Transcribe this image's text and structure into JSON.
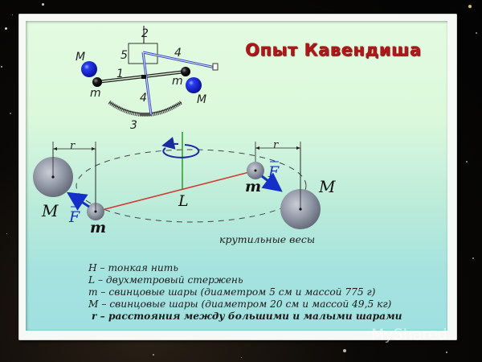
{
  "slide": {
    "title": "Опыт Кавендиша",
    "watermark": "MyShared"
  },
  "apparatus_diagram": {
    "labels": {
      "part_1": "1",
      "part_2": "2",
      "part_3": "3",
      "part_4_top": "4",
      "part_4_bottom": "4",
      "part_5": "5",
      "mass_big_left": "M",
      "mass_big_right": "M",
      "mass_small_left": "m",
      "mass_small_right": "m"
    },
    "colors": {
      "big_sphere": "#1020d8",
      "small_sphere": "#111111",
      "mirror_pointer": "#3a46c8"
    }
  },
  "torsion_diagram": {
    "labels": {
      "distance_left": "r",
      "distance_right": "r",
      "big_mass_left": "M",
      "big_mass_right": "M",
      "small_mass_left": "m",
      "small_mass_right": "m",
      "force_left": "F",
      "force_right": "F",
      "rod": "L"
    },
    "caption": "крутильные весы",
    "colors": {
      "rod": "#d23a32",
      "thread": "#2a9a2a",
      "force_arrow": "#1530c8",
      "rotation_arrow": "#1a2aa0"
    }
  },
  "legend": {
    "items": [
      {
        "symbol": "H",
        "text": "H – тонкая нить"
      },
      {
        "symbol": "L",
        "text": "L – двухметровый стержень"
      },
      {
        "symbol": "m",
        "text": "m – свинцовые шары (диаметром 5 см и массой 775 г)"
      },
      {
        "symbol": "M",
        "text": "M – свинцовые шары (диаметром 20 см и массой 49,5 кг)"
      },
      {
        "symbol": "r",
        "text": "r –  расстояния между большими и малыми шарами"
      }
    ]
  }
}
